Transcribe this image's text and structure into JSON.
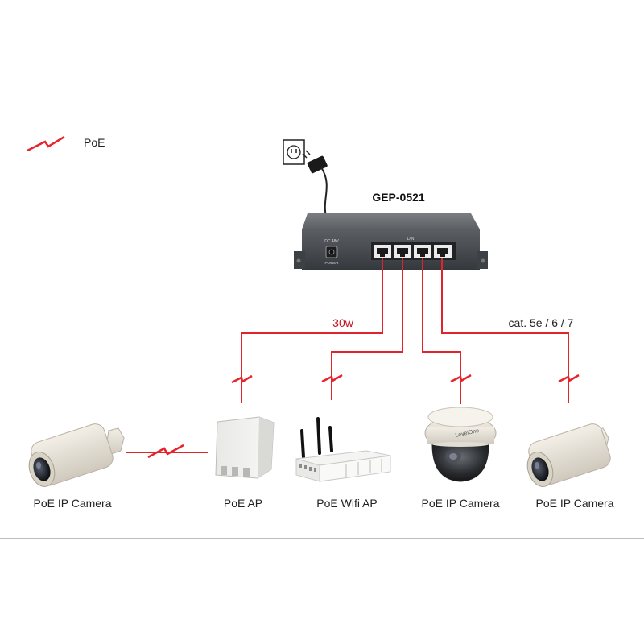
{
  "legend": {
    "label": "PoE"
  },
  "switch": {
    "model": "GEP-0521",
    "port_label": "LAN",
    "power_label": "POWER",
    "dc_label": "DC 48V"
  },
  "cables": {
    "power_label": "30w",
    "type_label": "cat. 5e / 6 / 7"
  },
  "devices": [
    {
      "name": "PoE IP Camera"
    },
    {
      "name": "PoE AP"
    },
    {
      "name": "PoE Wifi AP"
    },
    {
      "name": "PoE IP Camera"
    },
    {
      "name": "PoE IP Camera"
    }
  ],
  "dome_brand": "LevelOne",
  "colors": {
    "poe": "#e8232b",
    "cable": "#e0242c",
    "switch_body": "#4a4d52",
    "text": "#222222"
  }
}
